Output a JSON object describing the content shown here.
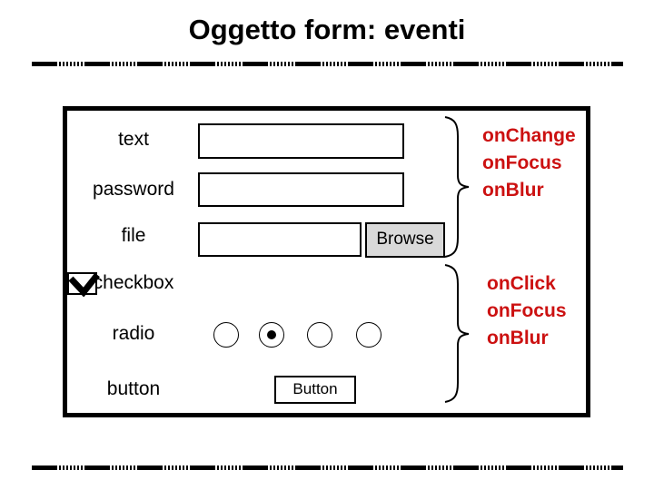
{
  "slide": {
    "title": "Oggetto form: eventi",
    "colors": {
      "title_text": "#000000",
      "annotation_red": "#cc1111",
      "browse_button_bg": "#d9d9d9",
      "frame_border": "#000000",
      "background": "#ffffff"
    }
  },
  "form": {
    "labels": [
      "text",
      "password",
      "file",
      "checkbox",
      "radio",
      "button"
    ],
    "text_input_value": "",
    "password_input_value": "",
    "file_input_value": "",
    "browse_label": "Browse",
    "button_label": "Button",
    "checkbox_states": [
      true,
      true,
      false,
      true
    ],
    "radio_selected_index": 1
  },
  "events": {
    "group1": [
      "onChange",
      "onFocus",
      "onBlur"
    ],
    "group2": [
      "onClick",
      "onFocus",
      "onBlur"
    ]
  }
}
